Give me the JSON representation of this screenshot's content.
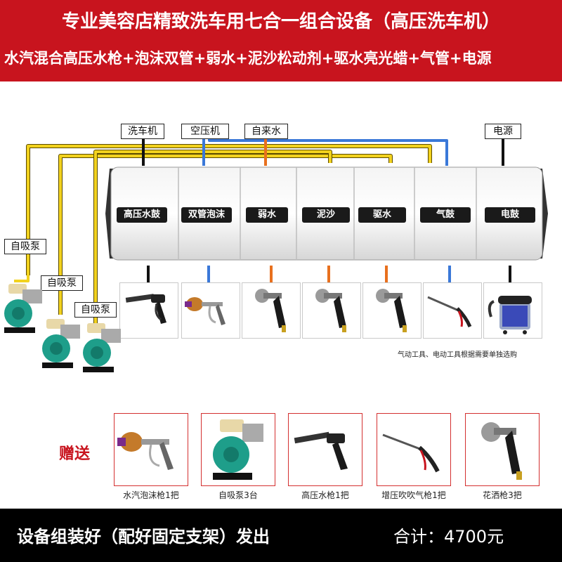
{
  "header": {
    "title": "专业美容店精致洗车用七合一组合设备（高压洗车机）",
    "subtitle": "水汽混合高压水枪+泡沫双管+弱水+泥沙松动剂+驱水亮光蜡+气管+电源"
  },
  "sources": {
    "washer": "洗车机",
    "compressor": "空压机",
    "tap_water": "自来水",
    "power": "电源"
  },
  "pumps": {
    "label_1": "自吸泵",
    "label_2": "自吸泵",
    "label_3": "自吸泵"
  },
  "drums": [
    {
      "label": "高压水鼓"
    },
    {
      "label": "双管泡沫"
    },
    {
      "label": "弱水"
    },
    {
      "label": "泥沙"
    },
    {
      "label": "驱水"
    },
    {
      "label": "气鼓"
    },
    {
      "label": "电鼓"
    }
  ],
  "tools": [
    {
      "icon": "high-pressure-gun-icon"
    },
    {
      "icon": "foam-gun-icon"
    },
    {
      "icon": "spray-nozzle-icon"
    },
    {
      "icon": "spray-nozzle-icon"
    },
    {
      "icon": "spray-nozzle-icon"
    },
    {
      "icon": "air-blow-gun-icon"
    },
    {
      "icon": "vacuum-cleaner-icon"
    }
  ],
  "tools_note": "气动工具、电动工具根据需要单独选购",
  "gifts": {
    "label": "赠送",
    "items": [
      {
        "caption": "水汽泡沫枪1把",
        "icon": "foam-gun-icon"
      },
      {
        "caption": "自吸泵3台",
        "icon": "pump-icon"
      },
      {
        "caption": "高压水枪1把",
        "icon": "high-pressure-gun-icon"
      },
      {
        "caption": "增压吹吹气枪1把",
        "icon": "air-blow-gun-icon"
      },
      {
        "caption": "花洒枪3把",
        "icon": "spray-nozzle-icon"
      }
    ]
  },
  "footer": {
    "left": "设备组装好（配好固定支架）发出",
    "right": "合计：4700元"
  },
  "colors": {
    "banner_red": "#c8141e",
    "pipe_yellow": "#f2d21e",
    "pipe_blue": "#3a78d8",
    "pipe_orange": "#e8701e",
    "pump_green": "#1e9e8a",
    "footer_black": "#000000"
  }
}
